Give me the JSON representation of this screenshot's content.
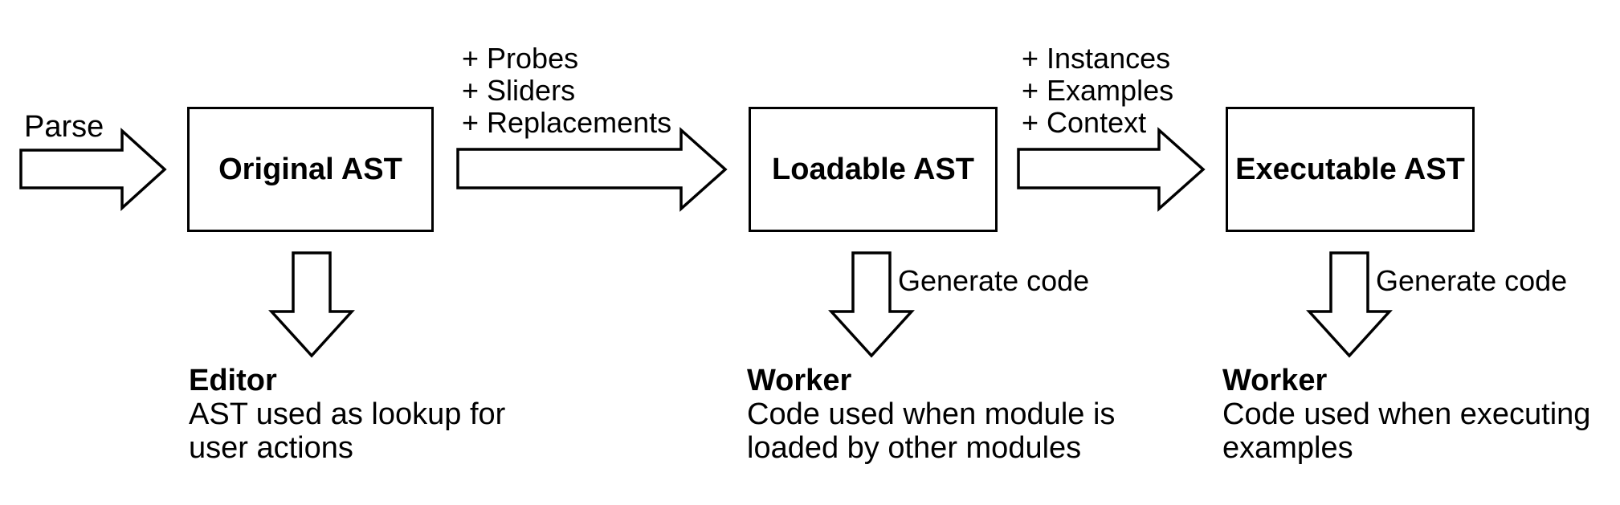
{
  "diagram": {
    "background_color": "#ffffff",
    "line_color": "#000000",
    "stages": [
      {
        "title": "Original AST"
      },
      {
        "title": "Loadable AST"
      },
      {
        "title": "Executable AST"
      }
    ],
    "flow_labels": {
      "parse": "Parse",
      "to_loadable": [
        "+ Probes",
        "+ Sliders",
        "+ Replacements"
      ],
      "to_executable": [
        "+ Instances",
        "+ Examples",
        "+ Context"
      ]
    },
    "generate_code_labels": [
      "Generate code",
      "Generate code"
    ],
    "notes": [
      {
        "title": "Editor",
        "lines": [
          "AST used as lookup for",
          "user actions"
        ]
      },
      {
        "title": "Worker",
        "lines": [
          "Code used when module is",
          "loaded by other modules"
        ]
      },
      {
        "title": "Worker",
        "lines": [
          "Code used when executing",
          "examples"
        ]
      }
    ]
  }
}
